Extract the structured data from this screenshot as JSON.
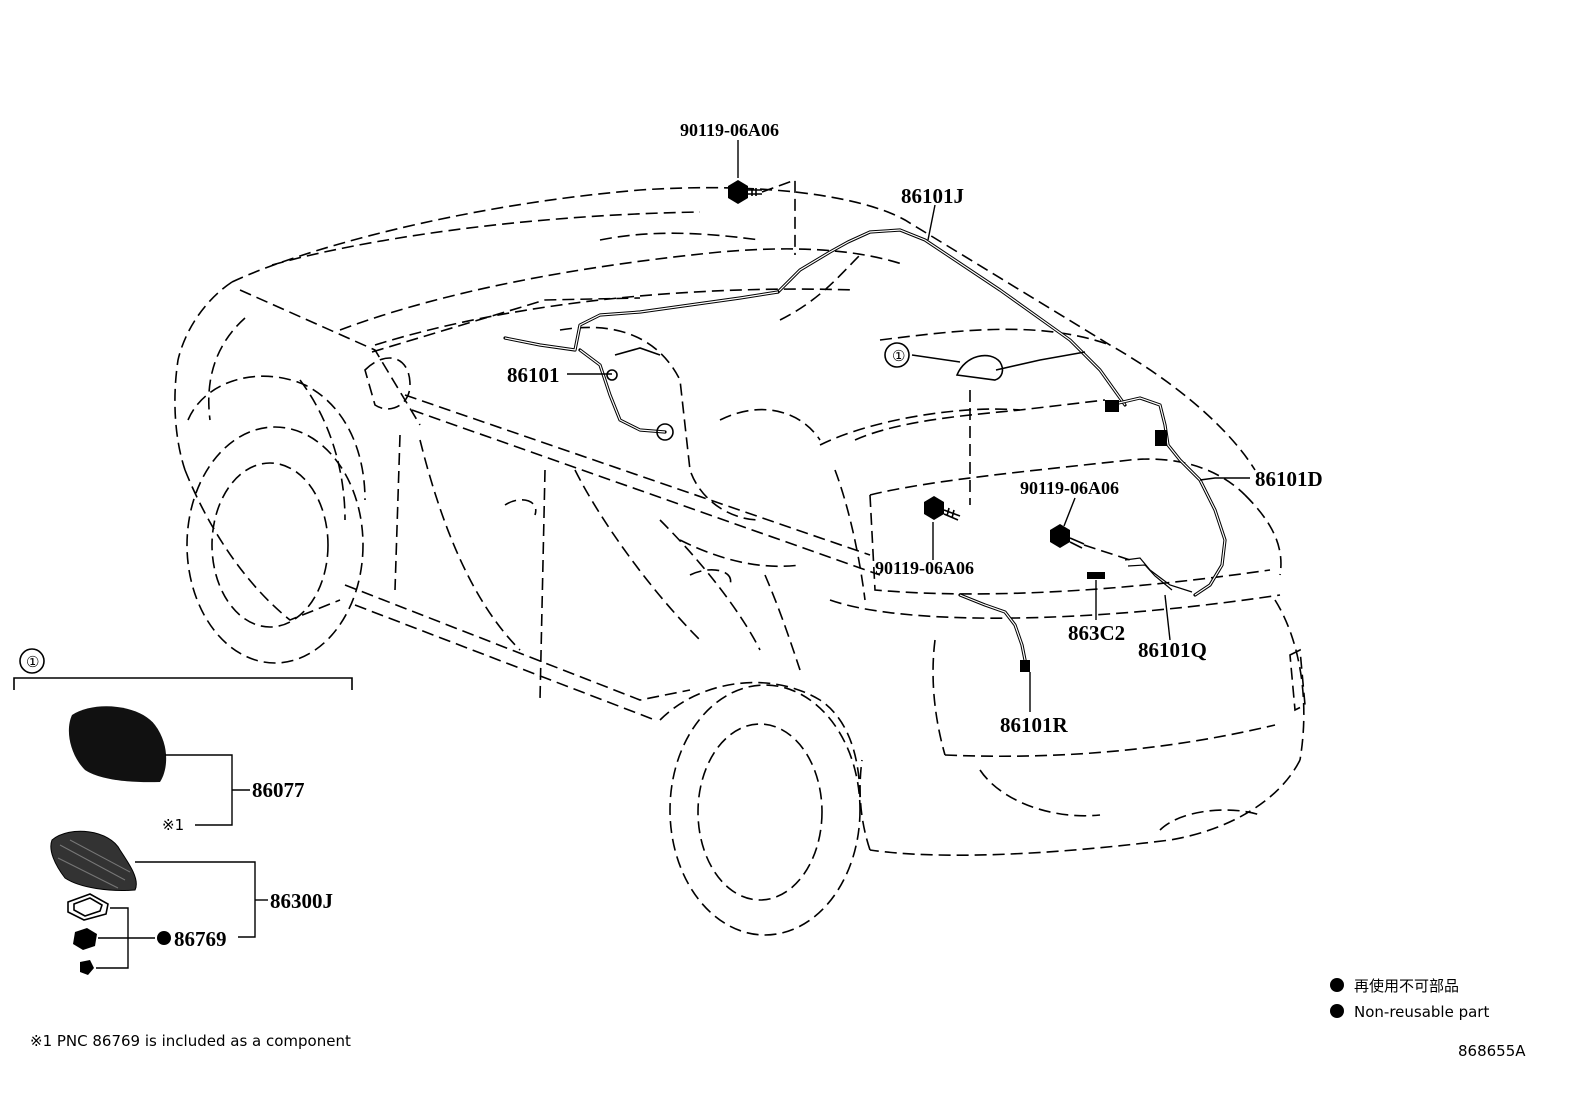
{
  "callouts": {
    "bolt_top": "90119-06A06",
    "harness_roof": "86101J",
    "harness_main": "86101",
    "harness_back_door": "86101D",
    "bolt_right": "90119-06A06",
    "bolt_center": "90119-06A06",
    "connector_863c2": "863C2",
    "harness_86101q": "86101Q",
    "harness_86101r": "86101R",
    "group_marker_on_car": "①"
  },
  "inset": {
    "group_marker": "①",
    "antenna_cover": "86077",
    "antenna_cover_note_mark": "※1",
    "antenna_assy": "86300J",
    "pad_part": "86769",
    "pad_part_marker": "●"
  },
  "legend": {
    "marker": "●",
    "line_jp": "再使用不可部品",
    "line_en": "Non-reusable part"
  },
  "footnote": "※1 PNC 86769 is included as a component",
  "diagram_id": "868655A"
}
